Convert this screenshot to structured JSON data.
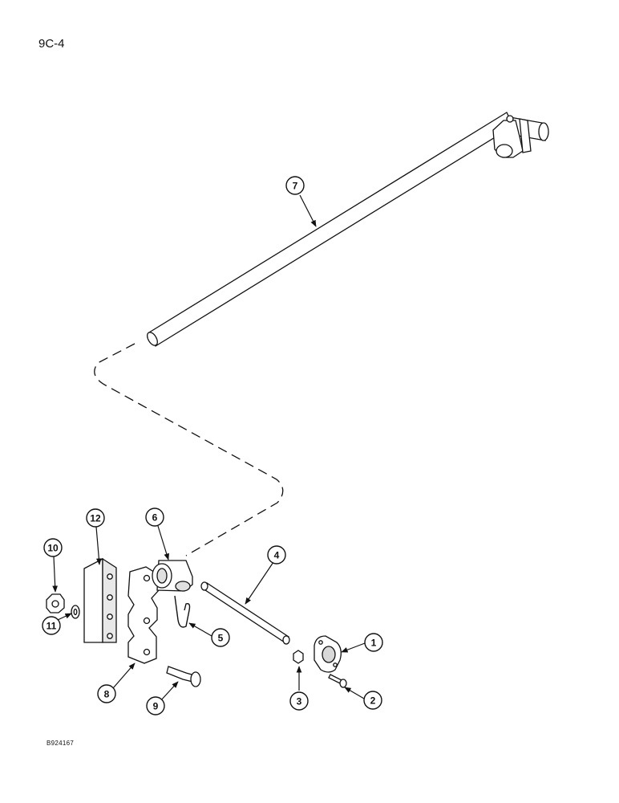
{
  "page": {
    "code": "9C-4",
    "drawing_number": "B924167"
  },
  "callouts": [
    {
      "id": "1",
      "label": "1",
      "part": "bearing-flange"
    },
    {
      "id": "2",
      "label": "2",
      "part": "screw"
    },
    {
      "id": "3",
      "label": "3",
      "part": "nut"
    },
    {
      "id": "4",
      "label": "4",
      "part": "short-rod"
    },
    {
      "id": "5",
      "label": "5",
      "part": "hair-pin-clip"
    },
    {
      "id": "6",
      "label": "6",
      "part": "coupler"
    },
    {
      "id": "7",
      "label": "7",
      "part": "long-shaft"
    },
    {
      "id": "8",
      "label": "8",
      "part": "clamp-block"
    },
    {
      "id": "9",
      "label": "9",
      "part": "carriage-bolt"
    },
    {
      "id": "10",
      "label": "10",
      "part": "lock-nut"
    },
    {
      "id": "11",
      "label": "11",
      "part": "washer"
    },
    {
      "id": "12",
      "label": "12",
      "part": "angle-bracket"
    }
  ]
}
